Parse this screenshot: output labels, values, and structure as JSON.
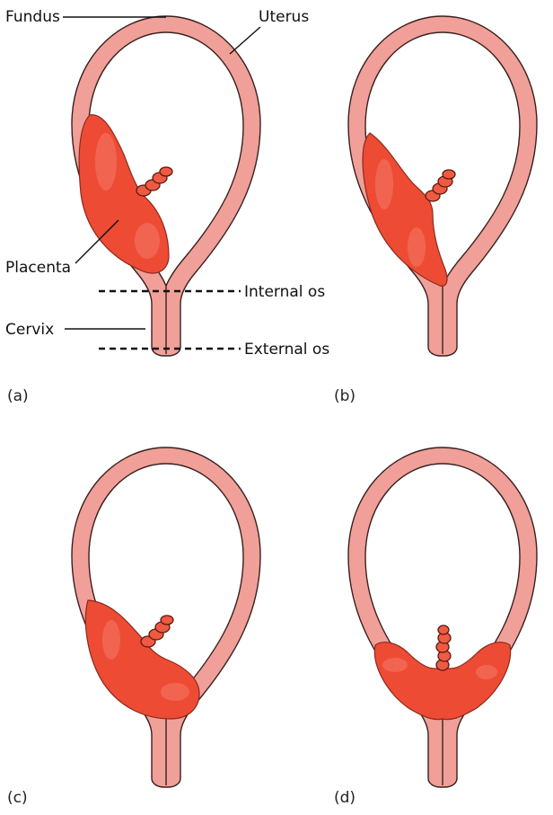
{
  "colors": {
    "uterus_fill": "#f0a098",
    "uterus_outline": "#3a2020",
    "placenta_fill": "#ee4b35",
    "placenta_highlight": "#f47a66",
    "cord_fill": "#ef5a42",
    "cavity": "#ffffff"
  },
  "labels": {
    "fundus": "Fundus",
    "uterus": "Uterus",
    "placenta": "Placenta",
    "cervix": "Cervix",
    "internal_os": "Internal os",
    "external_os": "External os"
  },
  "panels": [
    {
      "label": "(a)"
    },
    {
      "label": "(b)"
    },
    {
      "label": "(c)"
    },
    {
      "label": "(d)"
    }
  ]
}
